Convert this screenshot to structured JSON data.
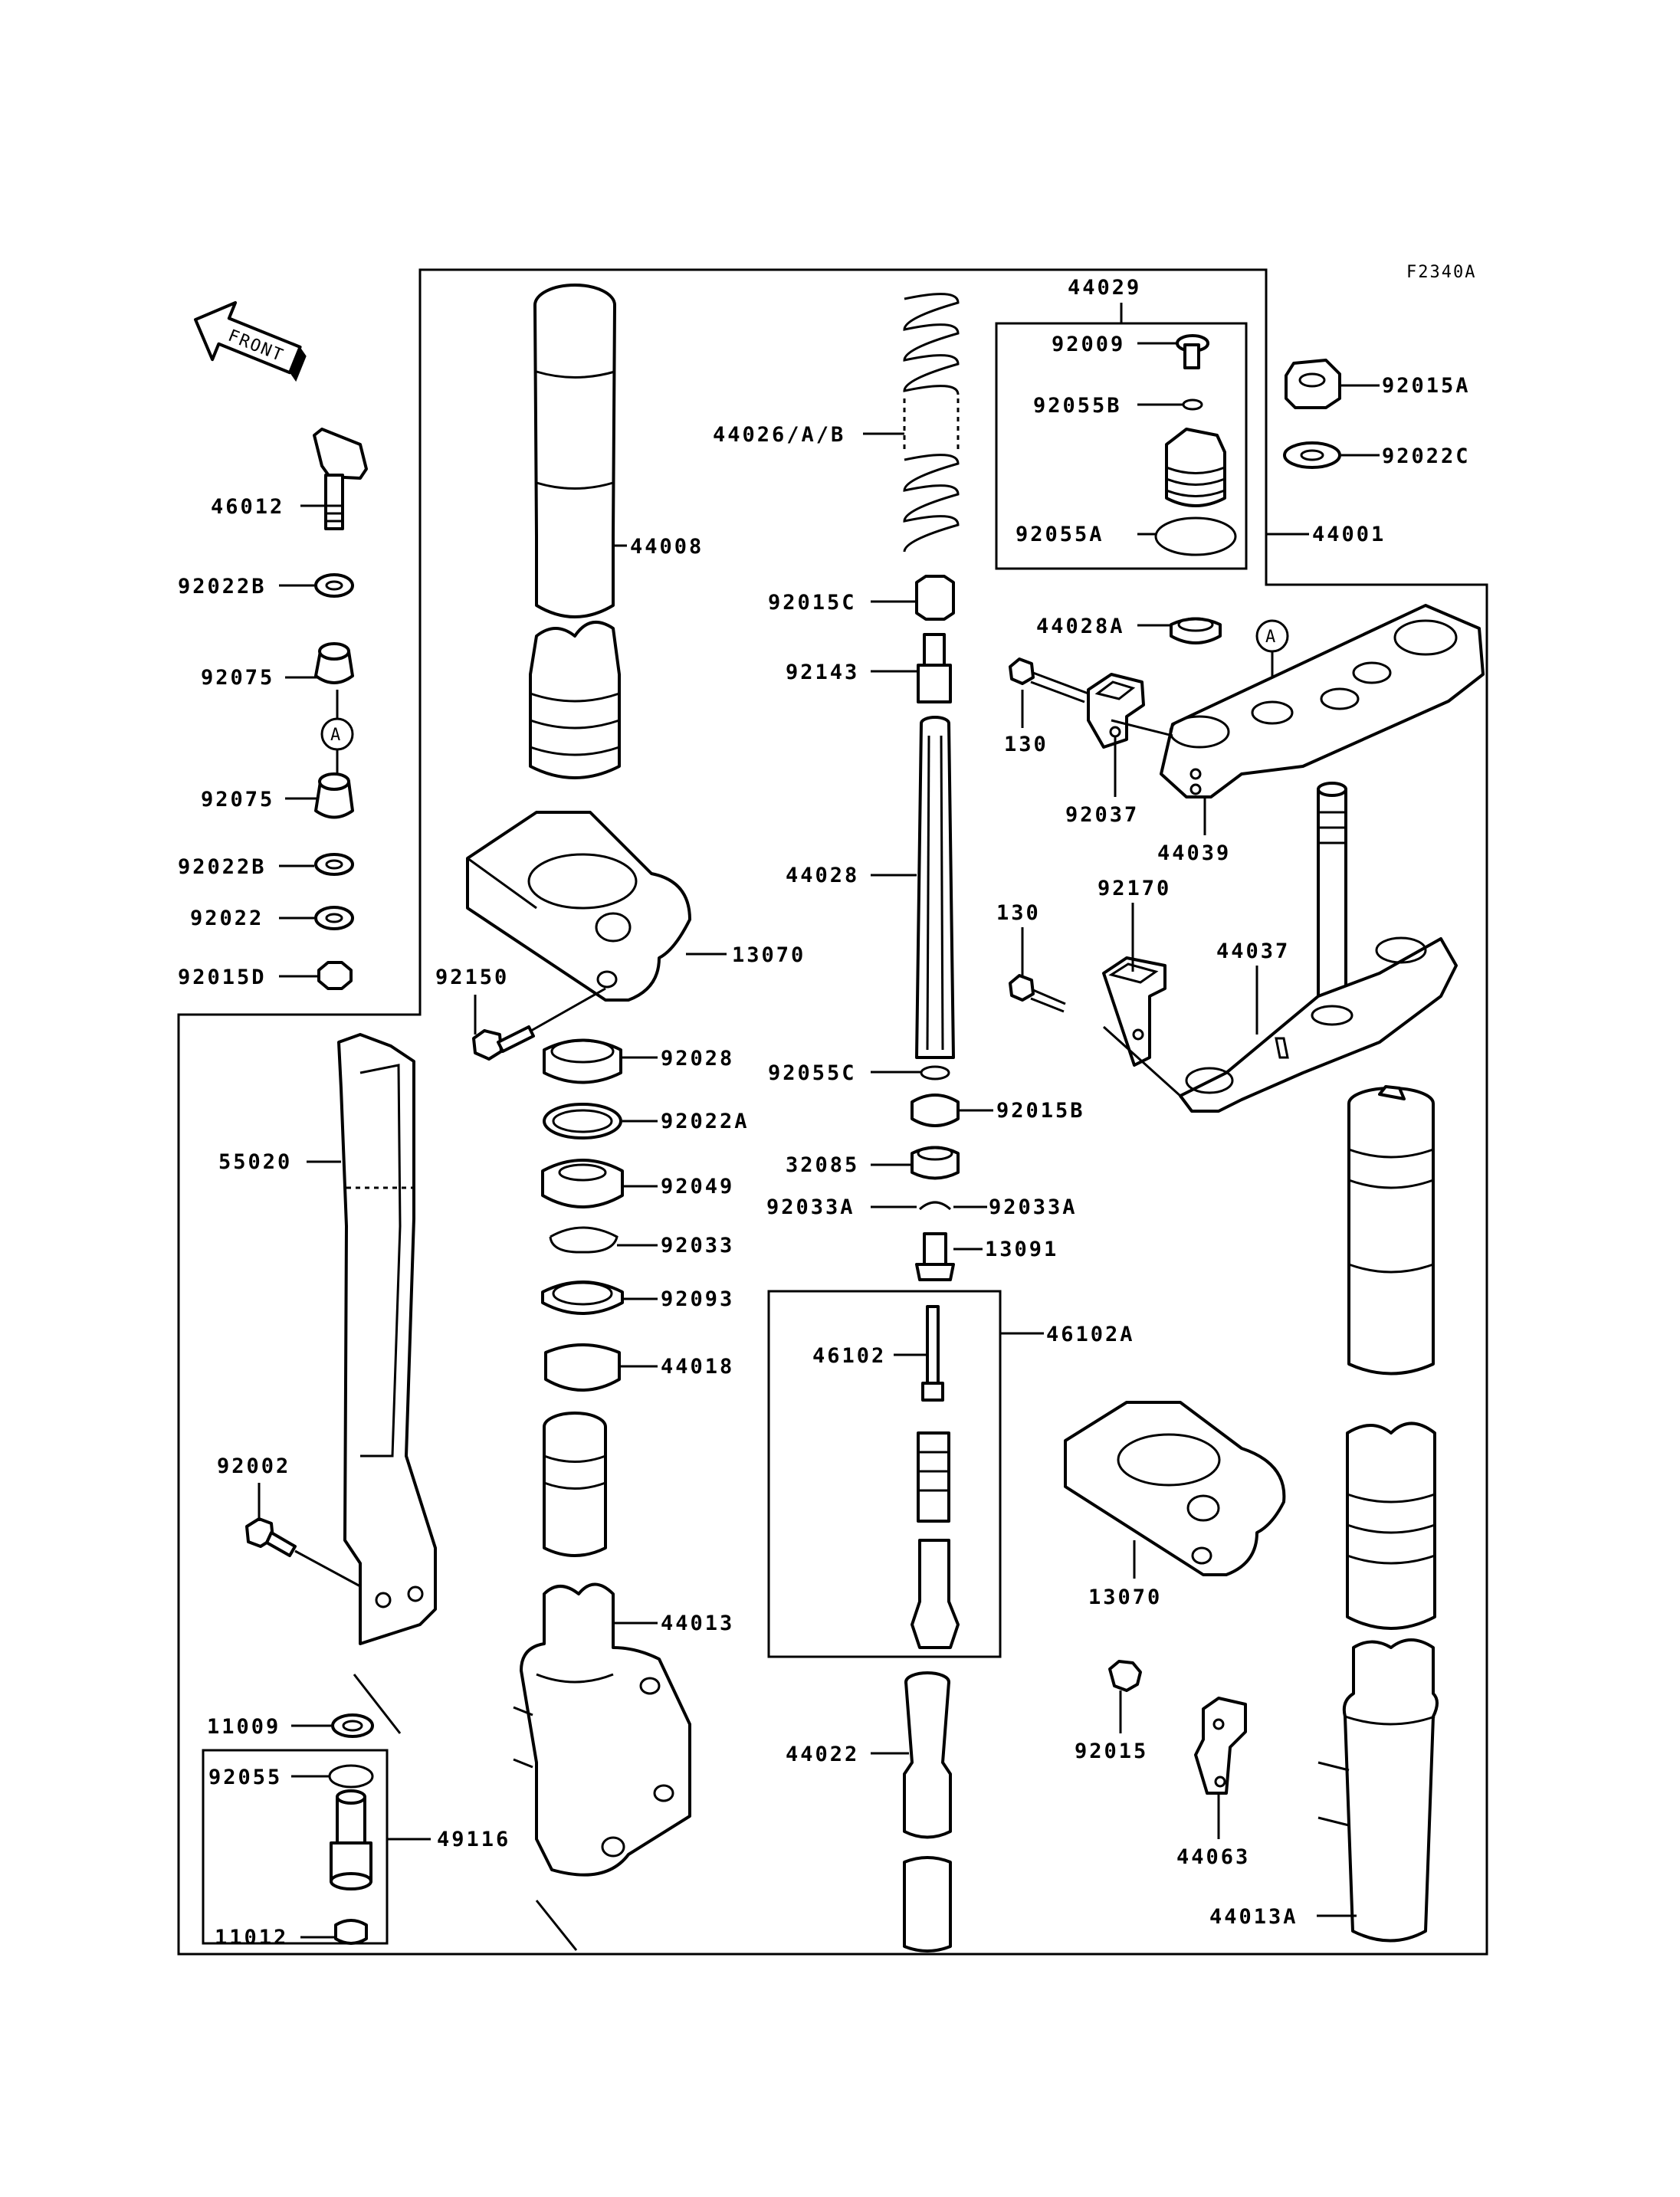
{
  "figure_code": "F2340A",
  "front_label": "FRONT",
  "ref_mark": "A",
  "parts": {
    "p46012": "46012",
    "p92022B_a": "92022B",
    "p92075_a": "92075",
    "p92075_b": "92075",
    "p92022B_b": "92022B",
    "p92022": "92022",
    "p92015D": "92015D",
    "p55020": "55020",
    "p92002": "92002",
    "p11009": "11009",
    "p92055": "92055",
    "p49116": "49116",
    "p11012": "11012",
    "p44008": "44008",
    "p13070_a": "13070",
    "p92150": "92150",
    "p92028": "92028",
    "p92022A": "92022A",
    "p92049": "92049",
    "p92033": "92033",
    "p92093": "92093",
    "p44018": "44018",
    "p44013": "44013",
    "p44026": "44026/A/B",
    "p92015C": "92015C",
    "p92143": "92143",
    "p44028": "44028",
    "p92055C": "92055C",
    "p92015B": "92015B",
    "p32085": "32085",
    "p92033A_l": "92033A",
    "p92033A_r": "92033A",
    "p13091": "13091",
    "p46102": "46102",
    "p46102A": "46102A",
    "p44022": "44022",
    "p44029": "44029",
    "p92009": "92009",
    "p92055B": "92055B",
    "p92055A": "92055A",
    "p44001": "44001",
    "p92015A": "92015A",
    "p92022C": "92022C",
    "p44028A": "44028A",
    "p130_a": "130",
    "p92037": "92037",
    "p44039": "44039",
    "p130_b": "130",
    "p92170": "92170",
    "p44037": "44037",
    "p13070_b": "13070",
    "p92015": "92015",
    "p44063": "44063",
    "p44013A": "44013A"
  }
}
